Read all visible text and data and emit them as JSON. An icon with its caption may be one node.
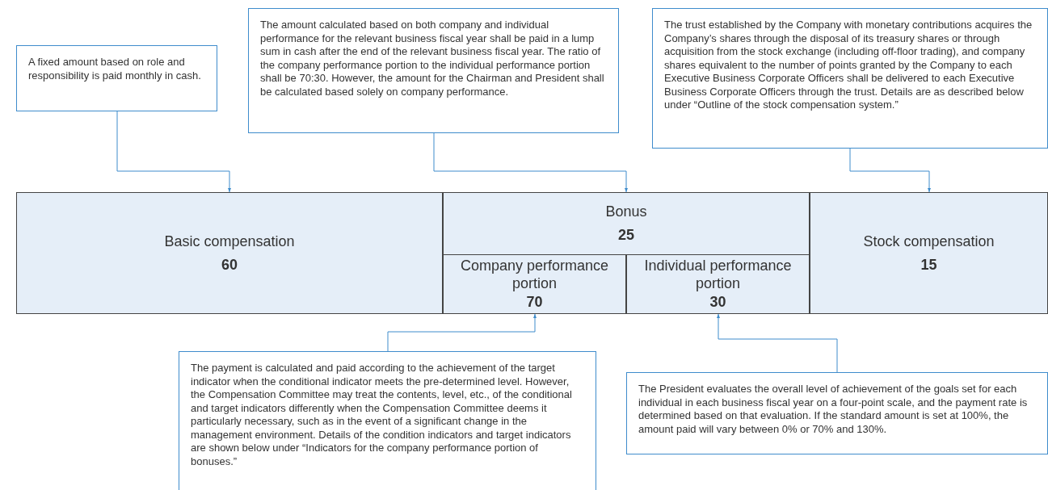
{
  "diagram": {
    "nodes": [
      {
        "text": [
          "A fixed amount based on role and responsibility is paid monthly in cash."
        ]
      },
      {
        "text": [
          "The amount calculated based on both company and individual performance for the relevant business fiscal year shall be paid in a lump sum in cash after the end of the relevant business fiscal year. The ratio of the company performance portion to the individual performance portion shall be 70:30. However, the amount for the Chairman and President shall be calculated based solely on company performance."
        ]
      },
      {
        "text": [
          "The trust established by the Company with monetary contributions acquires the Company’s shares through the disposal of its treasury shares or through acquisition from the stock exchange (including off-floor trading), and company shares equivalent to the number of points granted by the Company to each Executive Business Corporate Officers shall be delivered to each Executive Business Corporate Officers through the trust. Details are as described below under “Outline of the stock compensation system.”"
        ]
      },
      {
        "text": [
          "Basic compensation",
          "60"
        ]
      },
      {
        "text": [
          "Bonus",
          "25"
        ]
      },
      {
        "text": [
          "Company performance portion",
          "70"
        ],
        "in": 4
      },
      {
        "text": [
          "Individual performance portion",
          "30"
        ],
        "in": 4
      },
      {
        "text": [
          "Stock compensation",
          "15"
        ]
      },
      {
        "text": [
          "The payment is calculated and paid according to the achievement of the target indicator when the conditional indicator meets the pre-determined level. However, the Compensation Committee may treat the contents, level, etc., of the conditional and target indicators differently when the Compensation Committee deems it particularly necessary, such as in the event of a significant change in the management environment. Details of the condition indicators and target indicators are shown below under “Indicators for the company performance portion of bonuses.”"
        ]
      },
      {
        "text": [
          "The President evaluates the overall level of achievement of the goals set for each individual in each business fiscal year on a four-point scale, and the payment rate is determined based on that evaluation. If the standard amount is set at 100%, the amount paid will vary between 0% or 70% and 130%."
        ]
      }
    ],
    "edges": [
      {
        "from": 0,
        "to": 3,
        "arrow": "to"
      },
      {
        "from": 1,
        "to": 4,
        "arrow": "to"
      },
      {
        "from": 2,
        "to": 7,
        "arrow": "to"
      },
      {
        "from": 8,
        "to": 5,
        "arrow": "to"
      },
      {
        "from": 9,
        "to": 6,
        "arrow": "to"
      }
    ]
  }
}
